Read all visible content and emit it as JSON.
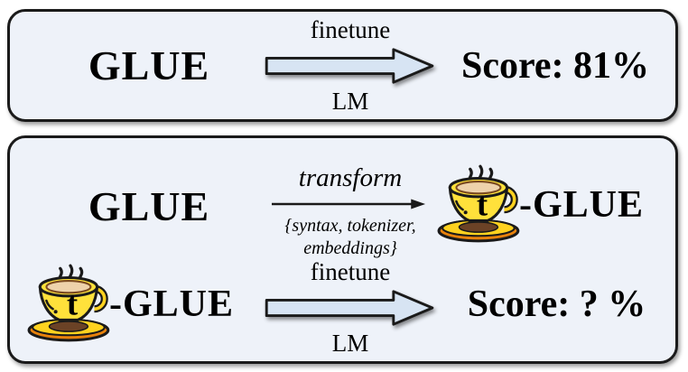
{
  "colors": {
    "panel_background": "#eef2f9",
    "panel_border": "#1a1a1a",
    "thick_arrow_fill": "#d7e4f3",
    "text": "#000000",
    "cup_yellow": "#ffe13b",
    "cup_liquid": "#eed2ab",
    "saucer_yellow": "#ffd21f",
    "saucer_orange": "#e8820c",
    "saucer_shadow": "#6b4226"
  },
  "icons": {
    "teacup": "yellow steaming teacup with letter t",
    "thick_arrow": "thick right arrow, light blue fill, black outline",
    "thin_arrow": "thin black right arrow"
  },
  "baseline_panel": {
    "dataset_label": "GLUE",
    "arrow_top_label": "finetune",
    "arrow_bottom_label": "LM",
    "score_label": "Score: 81%"
  },
  "transform_panel": {
    "row1": {
      "dataset_label": "GLUE",
      "arrow_top_label": "transform",
      "arrow_bottom_line1": "{syntax, tokenizer,",
      "arrow_bottom_line2": "embeddings}",
      "cup_letter": "t",
      "dataset_suffix": "-GLUE"
    },
    "row2": {
      "cup_letter": "t",
      "dataset_suffix": "-GLUE",
      "arrow_top_label": "finetune",
      "arrow_bottom_label": "LM",
      "score_label": "Score: ? %"
    }
  }
}
